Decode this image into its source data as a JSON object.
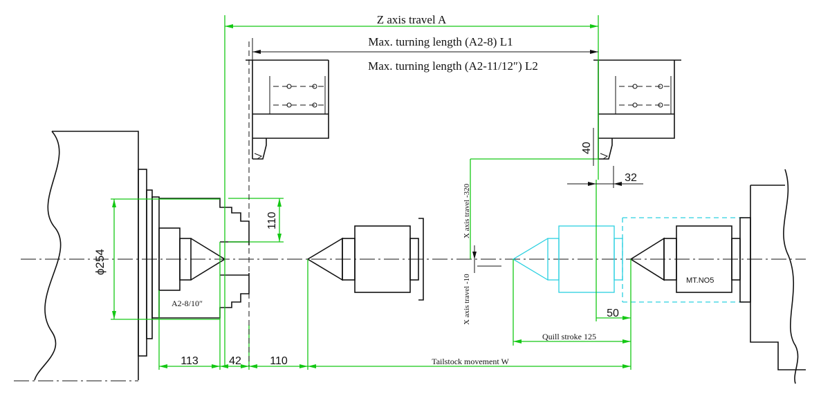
{
  "labels": {
    "z_axis_travel": "Z axis travel A",
    "max_turning_l1": "Max. turning length (A2-8)  L1",
    "max_turning_l2": "Max. turning length (A2-11/12″) L2",
    "x_axis_travel_pos": "X axis travel -320",
    "x_axis_travel_neg": "X axis travel -10",
    "quill_stroke": "Quill stroke 125",
    "tailstock_movement": "Tailstock movement W",
    "spindle_nose": "A2-8/10″",
    "morse_taper": "MT.NO5",
    "chuck_diameter": "ϕ254"
  },
  "dims": {
    "d113": "113",
    "d42": "42",
    "d110_bottom": "110",
    "d110_side": "110",
    "d50": "50",
    "d32": "32",
    "d40": "40"
  },
  "colors": {
    "outline": "#111111",
    "dimension": "#14c814",
    "tailstock_alt": "#2ad0e0"
  }
}
